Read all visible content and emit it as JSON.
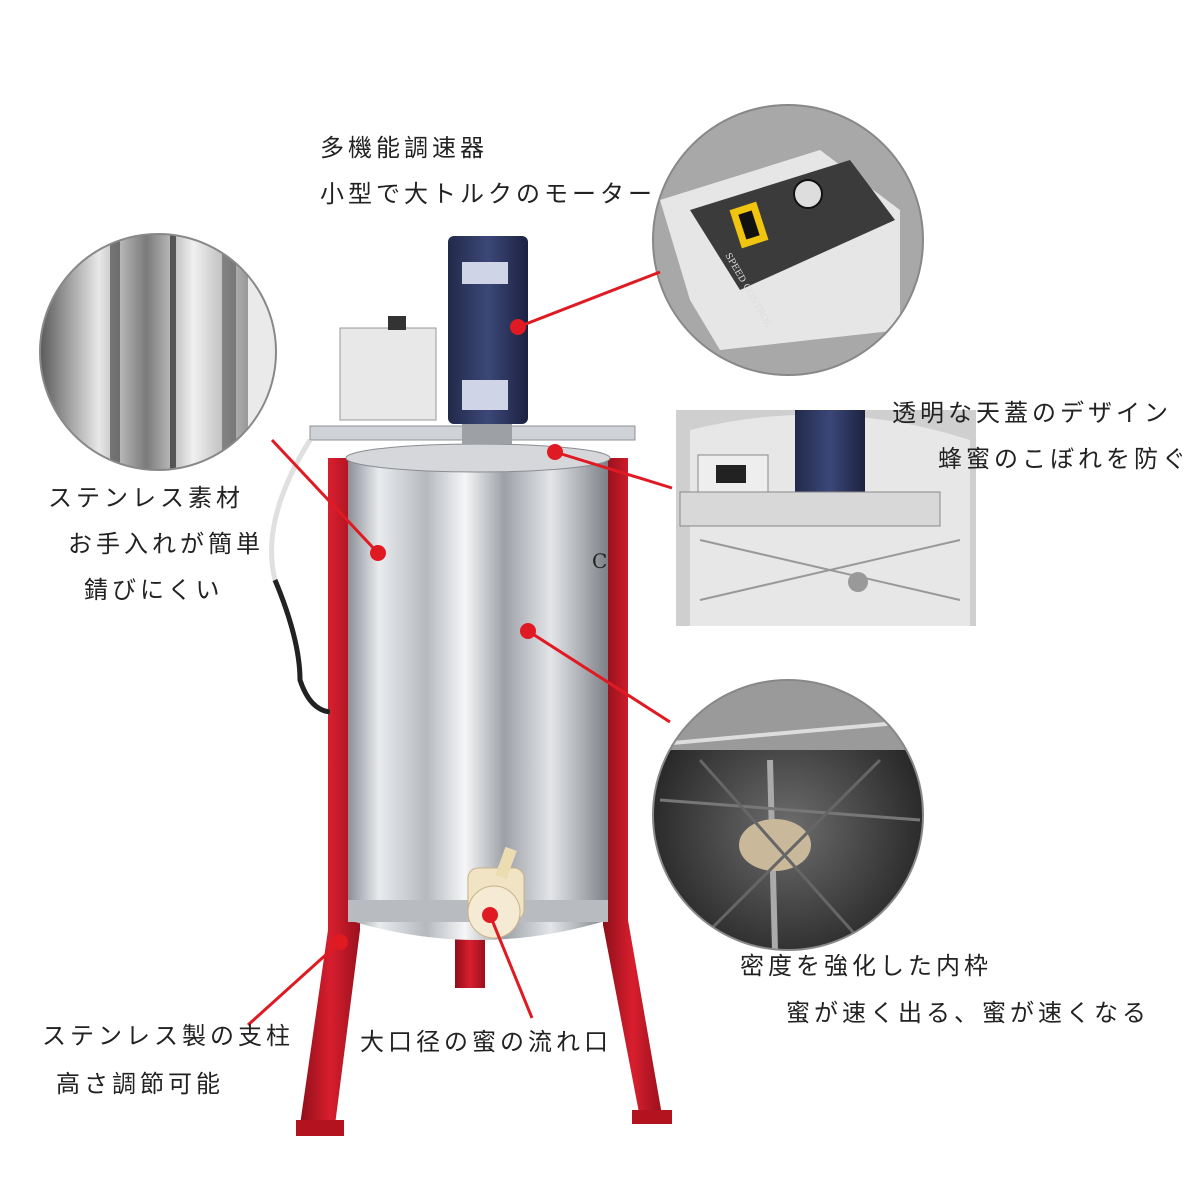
{
  "motor_callout": {
    "line1": "多機能調速器",
    "line2": "小型で大トルクのモーター"
  },
  "lid_callout": {
    "line1": "透明な天蓋のデザイン",
    "line2": "蜂蜜のこぼれを防ぐ"
  },
  "steel_callout": {
    "line1": "ステンレス素材",
    "line2": "お手入れが簡単",
    "line3": "錆びにくい"
  },
  "frame_callout": {
    "line1": "密度を強化した内枠",
    "line2": "蜜が速く出る、蜜が速くなる"
  },
  "legs_callout": {
    "line1": "ステンレス製の支柱",
    "line2": "高さ調節可能"
  },
  "outlet_callout": {
    "line1": "大口径の蜜の流れ口"
  },
  "stray_mark": "C",
  "controller_panel_text": "SPEED CONTROL",
  "colors": {
    "leg_red": "#c8192a",
    "steel": "#c9ccd0",
    "motor_blue": "#2f3a66",
    "callout_red": "#e01a22"
  }
}
